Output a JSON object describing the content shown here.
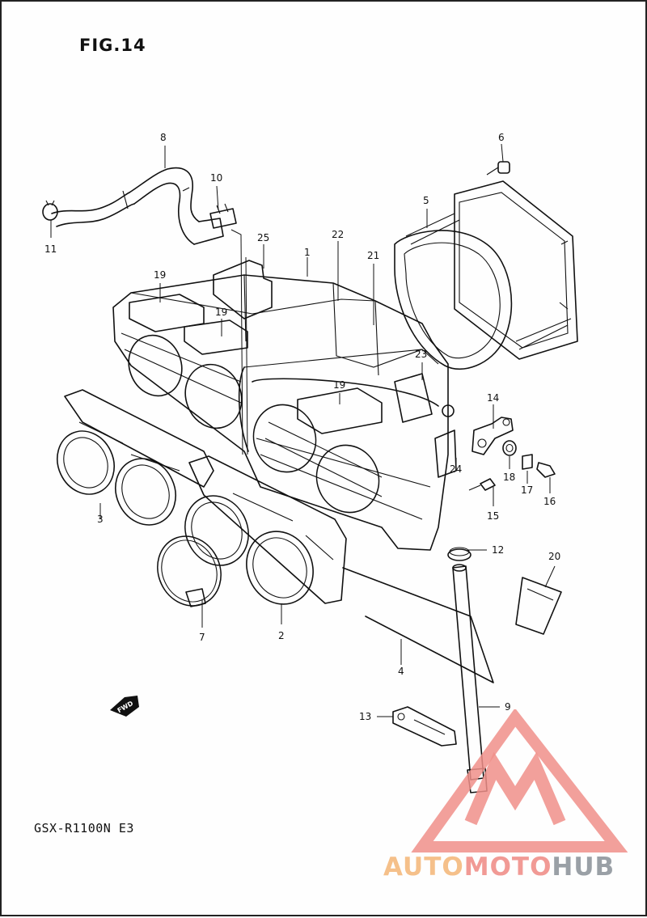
{
  "figure": {
    "title": "FIG.14",
    "model": "GSX-R1100N E3",
    "fwd_marker": "FWD"
  },
  "parts": {
    "p1": "1",
    "p2": "2",
    "p3": "3",
    "p4": "4",
    "p5": "5",
    "p6": "6",
    "p7": "7",
    "p8": "8",
    "p9": "9",
    "p10": "10",
    "p11": "11",
    "p12": "12",
    "p13": "13",
    "p15": "15",
    "p16": "16",
    "p17": "17",
    "p18": "18",
    "p19a": "19",
    "p19b": "19",
    "p19c": "19",
    "p20": "20",
    "p21": "21",
    "p22": "22",
    "p23": "23",
    "p24": "24",
    "p25": "25",
    "p14": "14"
  },
  "watermark": {
    "part_a": "AUTO",
    "part_b": "MOTO",
    "part_c": "HUB",
    "color_a": "#f5c08a",
    "color_b": "#f19a95",
    "color_c": "#9aa0a6",
    "logo_color": "#f08f8a"
  }
}
